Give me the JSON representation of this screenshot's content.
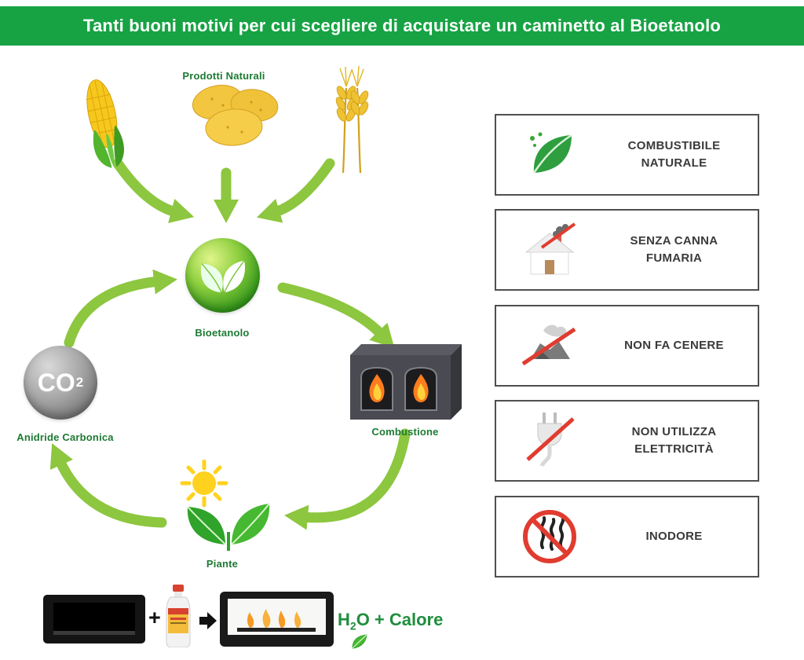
{
  "banner": {
    "title": "Tanti buoni motivi per cui scegliere di acquistare un caminetto al Bioetanolo"
  },
  "cycle": {
    "products_label": "Prodotti Naturali",
    "bioethanol_label": "Bioetanolo",
    "co2_text": "CO",
    "co2_sup": "2",
    "co2_label": "Anidride Carbonica",
    "combustion_label": "Combustione",
    "plants_label": "Piante"
  },
  "equation": {
    "plus": "+",
    "h": "H",
    "sub": "2",
    "rest": "O + Calore"
  },
  "benefits": [
    {
      "label": "COMBUSTIBILE NATURALE",
      "icon": "leaf-icon"
    },
    {
      "label": "SENZA CANNA FUMARIA",
      "icon": "house-no-chimney-icon"
    },
    {
      "label": "NON FA CENERE",
      "icon": "no-ash-icon"
    },
    {
      "label": "NON UTILIZZA ELETTRICITÀ",
      "icon": "no-electricity-icon"
    },
    {
      "label": "INODORE",
      "icon": "no-odor-icon"
    }
  ],
  "colors": {
    "banner_green": "#17a344",
    "arrow_green": "#8dc63f",
    "label_green": "#1d7a33",
    "result_green": "#1f8e3d",
    "prohibition_red": "#e03c2f"
  }
}
